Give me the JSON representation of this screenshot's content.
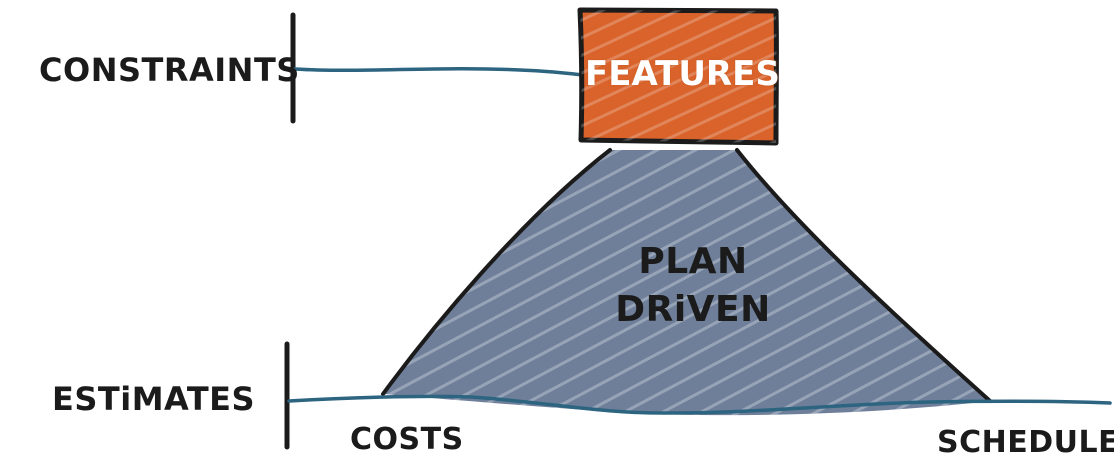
{
  "labels": {
    "constraints": "CONSTRAINTS",
    "features": "FEATURES",
    "plan_line1": "PLAN",
    "plan_line2": "DRiVEN",
    "estimates": "ESTiMATES",
    "costs": "COSTS",
    "schedule": "SCHEDULE"
  },
  "colors": {
    "features_fill": "#d9632b",
    "mountain_fill": "#6f7f9a",
    "line_blue": "#2d6480",
    "ink": "#1b1b1b"
  }
}
